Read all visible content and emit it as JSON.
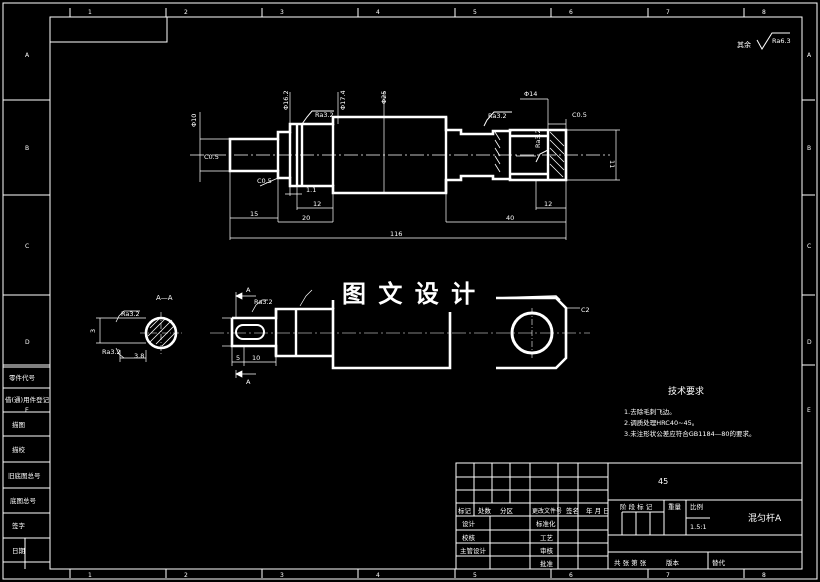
{
  "frame": {
    "top_numbers": [
      "1",
      "2",
      "3",
      "4",
      "5",
      "6",
      "7",
      "8"
    ],
    "bottom_numbers": [
      "1",
      "2",
      "3",
      "4",
      "5",
      "6",
      "7",
      "8"
    ],
    "side_letters": [
      "A",
      "B",
      "C",
      "D",
      "E"
    ]
  },
  "left_strip": [
    "零件代号",
    "借(通)用件登记",
    "描图",
    "描校",
    "旧底图总号",
    "底图总号",
    "签字",
    "日期"
  ],
  "roughness_all": {
    "label": "其余",
    "value": "Ra6.3"
  },
  "watermark": "图 文 设 计",
  "section_label": "A—A",
  "section_mark": "A",
  "tech": {
    "title": "技术要求",
    "items": [
      "1.去除毛刺飞边。",
      "2.调质处理HRC40~45。",
      "3.未注形状公差应符合GB1184—80的要求。"
    ]
  },
  "dims": {
    "phi10": "Φ10",
    "phi162": "Φ16.2",
    "phi17": "Φ17.4",
    "phi25": "Φ25",
    "phi14": "Φ14",
    "d11": "11",
    "c05a": "C0.5",
    "c05b": "C0.5",
    "c05c": "C0.5",
    "d1": "1.1",
    "d12a": "12",
    "d15": "15",
    "d20": "20",
    "d40": "40",
    "d12b": "12",
    "d116": "116",
    "ra32a": "Ra3.2",
    "ra32b": "Ra3.2",
    "ra32c": "Ra3.2",
    "ra32d": "Ra3.2",
    "ra32e": "Ra3.2",
    "ra32f": "Ra3.2",
    "d3": "3",
    "d38": "3.8",
    "d5": "5",
    "d10": "10",
    "c2": "C2"
  },
  "title_block": {
    "material": "45",
    "part_name": "混匀杆A",
    "scale_value": "1.5:1",
    "hdr": [
      "标记",
      "处数",
      "分区",
      "更改文件号",
      "签名",
      "年 月 日"
    ],
    "rows_left": [
      "设计",
      "校核",
      "主管设计"
    ],
    "rows_mid": [
      "标准化",
      "工艺",
      "审核",
      "批准"
    ],
    "stage_mark": "阶 段 标 记",
    "weight": "重量",
    "scale": "比例",
    "sheet_total": "共  张  第  张",
    "version": "版本",
    "replace": "替代"
  }
}
